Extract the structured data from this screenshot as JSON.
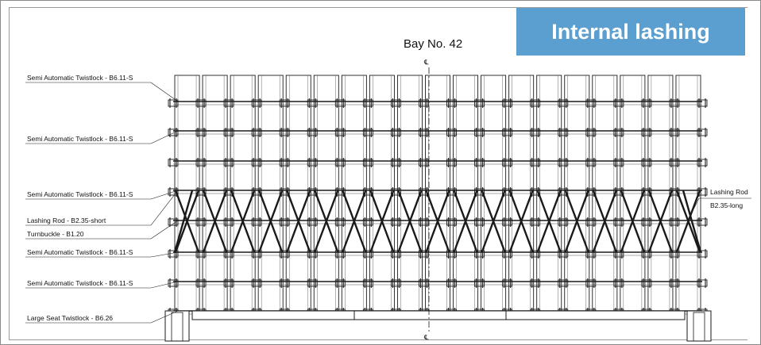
{
  "banner": {
    "text": "Internal lashing",
    "color": "#5b9fd0"
  },
  "bay": {
    "label": "Bay No. 42",
    "centerline_symbol": "℄"
  },
  "left_labels": [
    "Semi Automatic Twistlock - B6.11-S",
    "Semi Automatic Twistlock - B6.11-S",
    "Semi Automatic Twistlock - B6.11-S",
    "Lashing Rod - B2.35-short",
    "Turnbuckle - B1.20",
    "Semi Automatic Twistlock - B6.11-S",
    "Semi Automatic Twistlock - B6.11-S",
    "Large Seat Twistlock - B6.26"
  ],
  "right_labels": [
    "Lashing Rod",
    "B2.35-long"
  ],
  "stack": {
    "columns": 19,
    "tiers": 8
  },
  "colors": {
    "line": "#1a1a1a",
    "banner_text": "#ffffff"
  }
}
